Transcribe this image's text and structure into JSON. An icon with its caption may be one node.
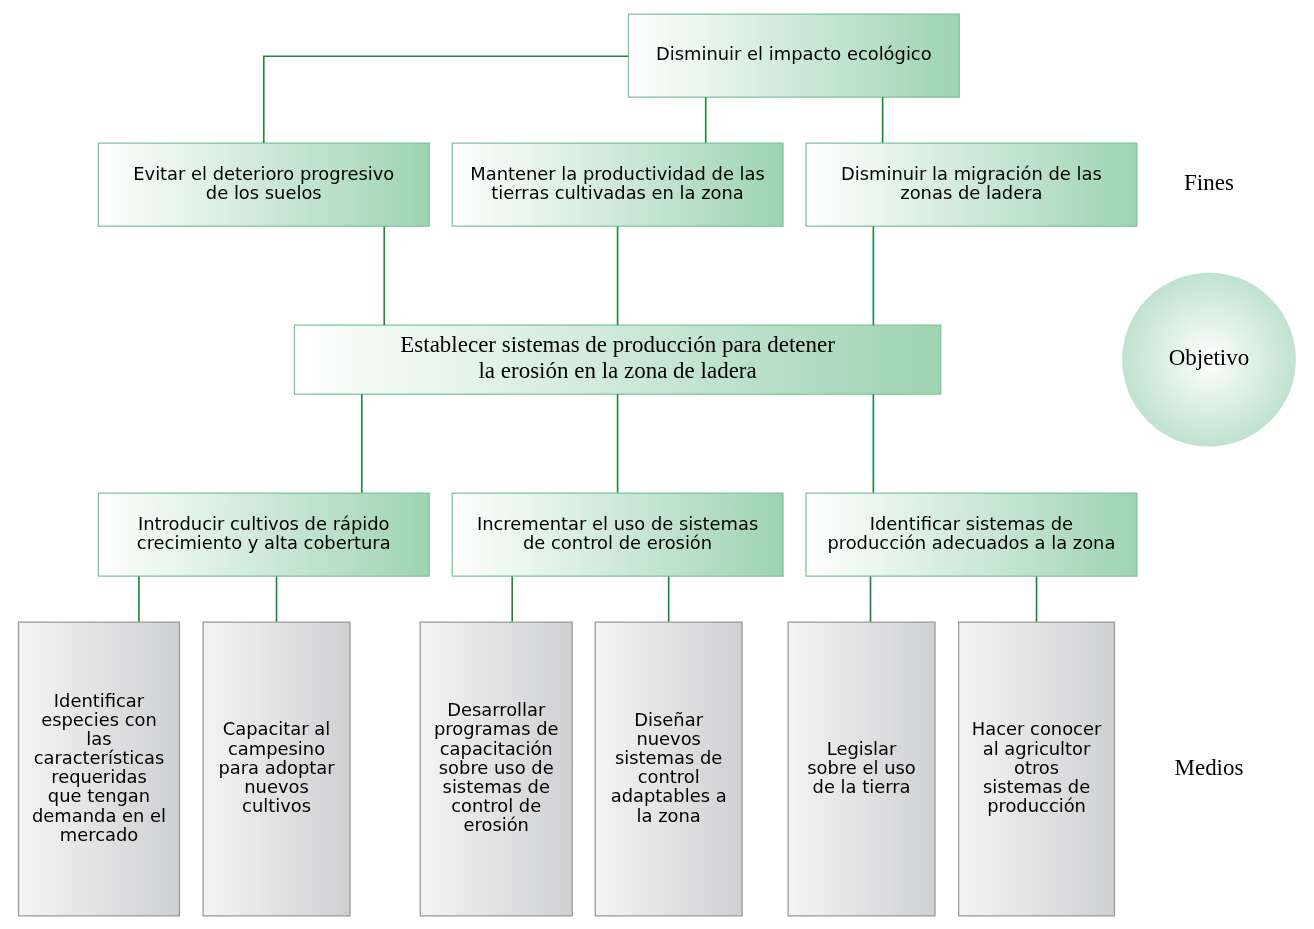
{
  "diagram": {
    "nodes": [
      {
        "text": [
          "Disminuir el impacto ecológico"
        ]
      },
      {
        "text": [
          "Evitar el deterioro progresivo de los suelos"
        ]
      },
      {
        "text": [
          "Mantener la productividad de las tierras cultivadas en la zona"
        ]
      },
      {
        "text": [
          "Disminuir la migración de las zonas de ladera"
        ]
      },
      {
        "text": [
          "Establecer sistemas de producción para detener la erosión en la zona de ladera"
        ]
      },
      {
        "text": [
          "Introducir cultivos de rápido crecimiento y alta cobertura"
        ]
      },
      {
        "text": [
          "Incrementar el uso de sistemas de control de erosión"
        ]
      },
      {
        "text": [
          "Identificar sistemas de producción adecuados a la zona"
        ]
      },
      {
        "text": [
          "Identificar especies con las características requeridas que tengan demanda en el mercado"
        ]
      },
      {
        "text": [
          "Capacitar al campesino para adoptar nuevos cultivos"
        ]
      },
      {
        "text": [
          "Desarrollar programas de capacitación sobre uso de sistemas de control de erosión"
        ]
      },
      {
        "text": [
          "Diseñar nuevos sistemas de control adaptables a la zona"
        ]
      },
      {
        "text": [
          "Legislar sobre el uso de la tierra"
        ]
      },
      {
        "text": [
          "Hacer conocer al agricultor otros sistemas de producción"
        ]
      },
      {
        "text": [
          "Objetivo"
        ]
      }
    ],
    "edges": [
      {
        "from": 0,
        "to": 1,
        "arrow": "none"
      },
      {
        "from": 0,
        "to": 2,
        "arrow": "none"
      },
      {
        "from": 0,
        "to": 3,
        "arrow": "none"
      },
      {
        "from": 1,
        "to": 4,
        "arrow": "none"
      },
      {
        "from": 2,
        "to": 4,
        "arrow": "none"
      },
      {
        "from": 3,
        "to": 4,
        "arrow": "none"
      },
      {
        "from": 4,
        "to": 5,
        "arrow": "none"
      },
      {
        "from": 4,
        "to": 6,
        "arrow": "none"
      },
      {
        "from": 4,
        "to": 7,
        "arrow": "none"
      },
      {
        "from": 5,
        "to": 8,
        "arrow": "none"
      },
      {
        "from": 5,
        "to": 9,
        "arrow": "none"
      },
      {
        "from": 6,
        "to": 10,
        "arrow": "none"
      },
      {
        "from": 6,
        "to": 11,
        "arrow": "none"
      },
      {
        "from": 7,
        "to": 12,
        "arrow": "none"
      },
      {
        "from": 7,
        "to": 13,
        "arrow": "none"
      }
    ],
    "labels": [
      "Fines",
      "Medios"
    ]
  }
}
